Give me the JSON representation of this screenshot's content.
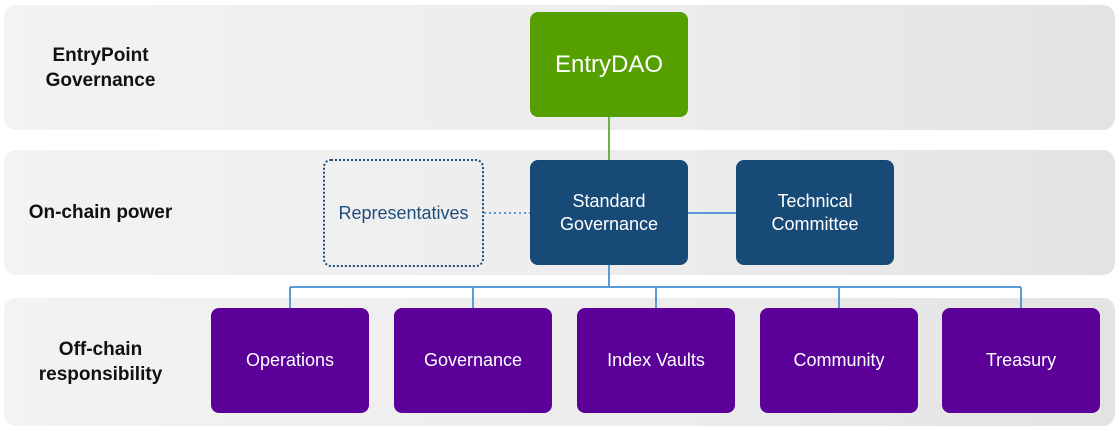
{
  "rows": {
    "governance": {
      "label": "EntryPoint Governance"
    },
    "onchain": {
      "label": "On-chain power"
    },
    "offchain": {
      "label": "Off-chain responsibility"
    }
  },
  "nodes": {
    "entrydao": "EntryDAO",
    "standard_governance": "Standard Governance",
    "technical_committee": "Technical Committee",
    "representatives": "Representatives"
  },
  "offchain_units": [
    "Operations",
    "Governance",
    "Index Vaults",
    "Community",
    "Treasury"
  ],
  "colors": {
    "green": "#55a000",
    "navy": "#184a78",
    "purple": "#5b0099",
    "connector_blue": "#5b9bd5",
    "connector_green": "#6ab04c"
  }
}
